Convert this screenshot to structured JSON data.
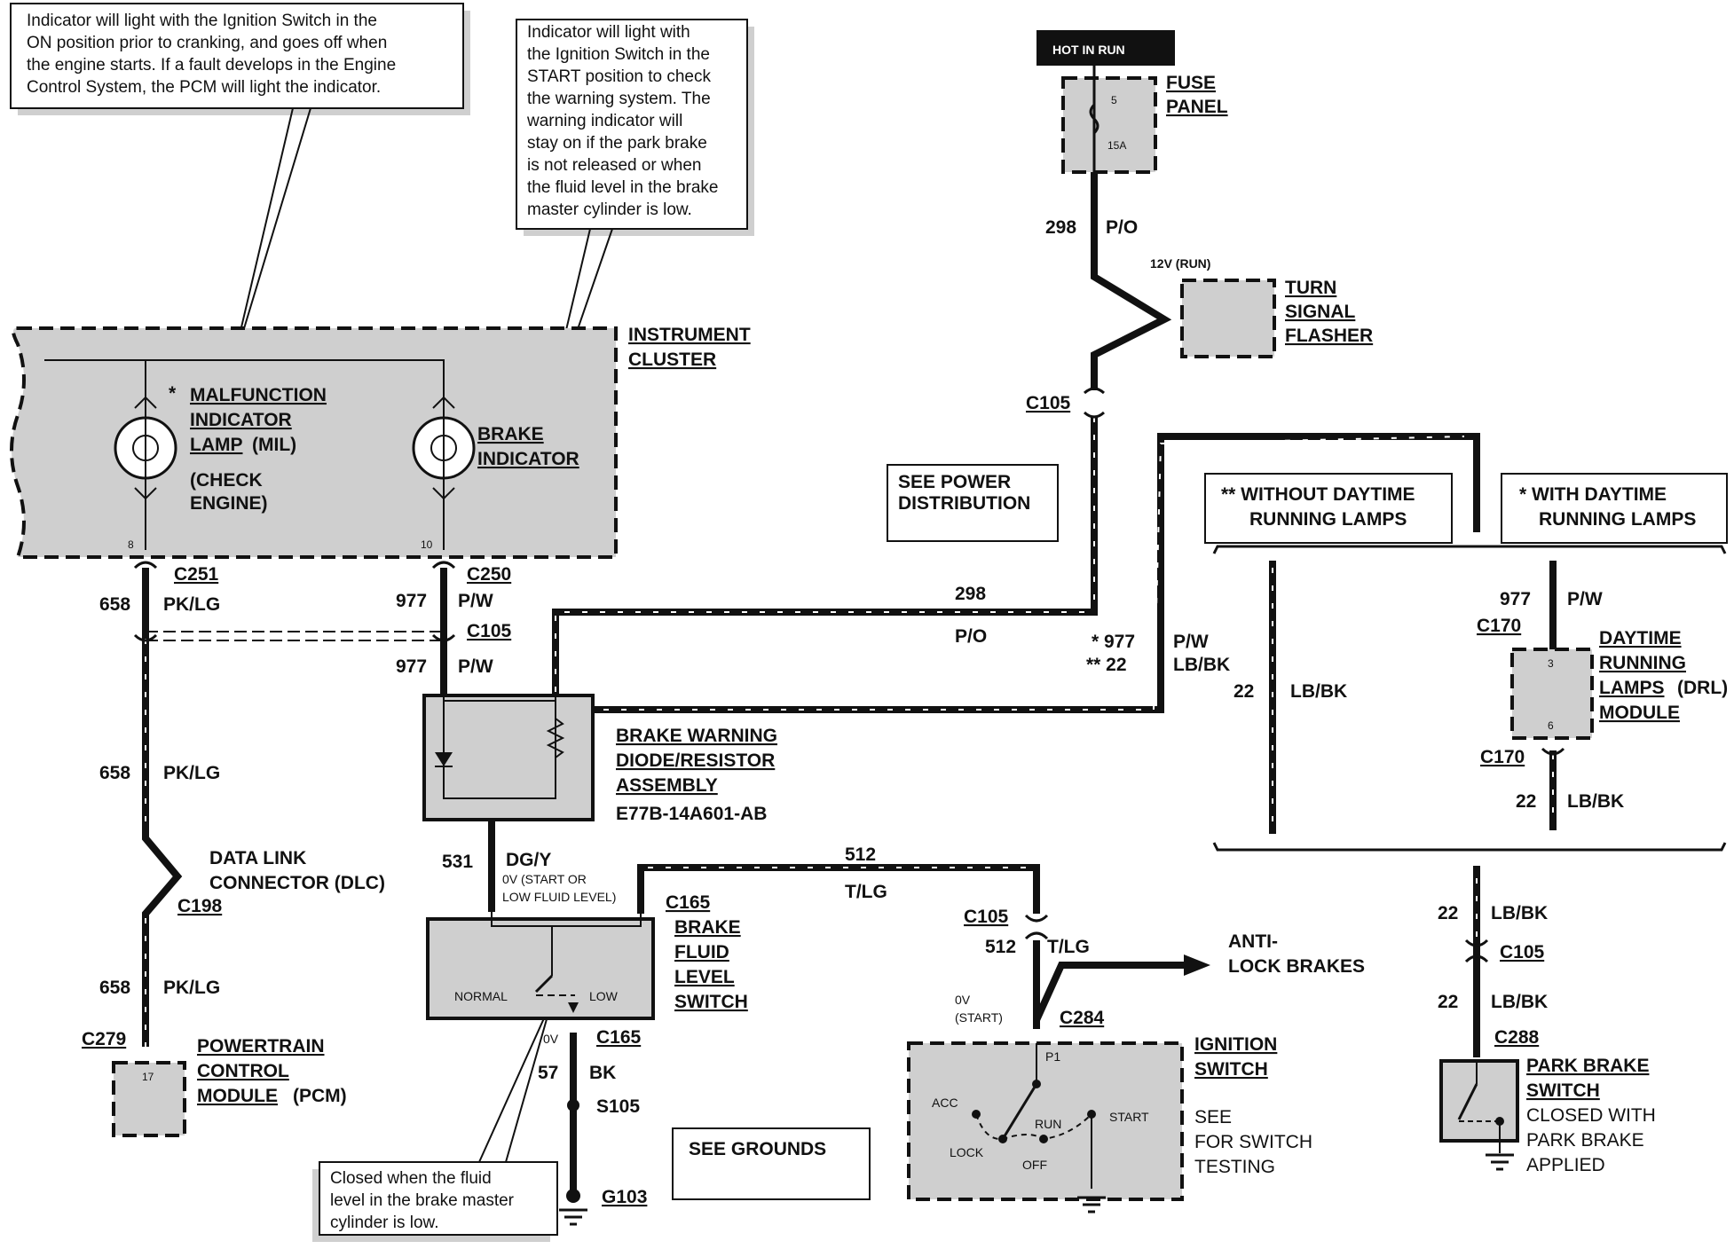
{
  "notes": {
    "mil": [
      "Indicator will light with the Ignition Switch in the",
      "ON position prior to cranking, and goes off when",
      "the engine starts. If a fault develops in the Engine",
      "Control System, the PCM will light the indicator."
    ],
    "brake": [
      "Indicator will light with",
      "the Ignition Switch in the",
      "START position to check",
      "the warning system. The",
      "warning indicator will",
      "stay on if the park brake",
      "is not released or when",
      "the fluid level in the brake",
      "master cylinder is low."
    ],
    "fluid": [
      "Closed when the fluid",
      "level in the brake master",
      "cylinder is low."
    ]
  },
  "power": {
    "hot_in_run": "HOT IN RUN",
    "fuse_panel": [
      "FUSE",
      "PANEL"
    ],
    "fuse_num": "5",
    "fuse_amp": "15A",
    "turn_signal_flasher": [
      "TURN",
      "SIGNAL",
      "FLASHER"
    ],
    "v12_run": "12V (RUN)",
    "c105": "C105",
    "see_power": [
      "SEE POWER",
      "DISTRIBUTION"
    ]
  },
  "cluster": {
    "title": [
      "INSTRUMENT",
      "CLUSTER"
    ],
    "mil_star": "*",
    "mil_label": [
      "MALFUNCTION",
      "INDICATOR",
      "LAMP"
    ],
    "mil_suffix": "(MIL)",
    "check_engine": [
      "(CHECK",
      "ENGINE)"
    ],
    "brake_label": [
      "BRAKE",
      "INDICATOR"
    ],
    "pin_mil": "8",
    "pin_brake": "10"
  },
  "wires": {
    "c251": "C251",
    "c250": "C250",
    "c105a": "C105",
    "w658": "658",
    "pklg": "PK/LG",
    "w977": "977",
    "pw": "P/W",
    "w298": "298",
    "po": "P/O",
    "w531": "531",
    "dgy": "DG/Y",
    "ov_start": [
      "0V  (START OR",
      "LOW FLUID LEVEL)"
    ],
    "w512": "512",
    "tlg": "T/LG",
    "c165": "C165",
    "c105b": "C105",
    "w57": "57",
    "bk": "BK",
    "s105": "S105",
    "g103": "G103",
    "ov": "0V",
    "ov_start2": [
      "0V",
      "(START)"
    ],
    "c284": "C284",
    "anti_lock": [
      "ANTI-",
      "LOCK BRAKES"
    ],
    "star977": "* 977",
    "star22": "** 22",
    "lbbk": "LB/BK",
    "w22": "22",
    "c170": "C170",
    "c288": "C288",
    "c198": "C198",
    "c279": "C279"
  },
  "dlc": [
    "DATA LINK",
    "CONNECTOR (DLC)"
  ],
  "pcm": {
    "label": [
      "POWERTRAIN",
      "CONTROL",
      "MODULE"
    ],
    "suffix": "(PCM)",
    "pin": "17"
  },
  "diode": {
    "label": [
      "BRAKE WARNING",
      "DIODE/RESISTOR",
      "ASSEMBLY"
    ],
    "part": "E77B-14A601-AB"
  },
  "fluid_switch": {
    "label": [
      "BRAKE",
      "FLUID",
      "LEVEL",
      "SWITCH"
    ],
    "normal": "NORMAL",
    "low": "LOW"
  },
  "grounds": "SEE GROUNDS",
  "ignition": {
    "label": [
      "IGNITION",
      "SWITCH"
    ],
    "see": [
      "SEE",
      "FOR SWITCH",
      "TESTING"
    ],
    "acc": "ACC",
    "lock": "LOCK",
    "run": "RUN",
    "off": "OFF",
    "start": "START",
    "p1": "P1"
  },
  "drl": {
    "without": [
      "** WITHOUT DAYTIME",
      "RUNNING LAMPS"
    ],
    "with": [
      "* WITH DAYTIME",
      "RUNNING LAMPS"
    ],
    "module": [
      "DAYTIME",
      "RUNNING",
      "LAMPS"
    ],
    "module_suffix": "(DRL)",
    "module_last": "MODULE",
    "pin3": "3",
    "pin6": "6"
  },
  "park": {
    "label": [
      "PARK BRAKE",
      "SWITCH"
    ],
    "desc": [
      "CLOSED WITH",
      "PARK BRAKE",
      "APPLIED"
    ]
  }
}
